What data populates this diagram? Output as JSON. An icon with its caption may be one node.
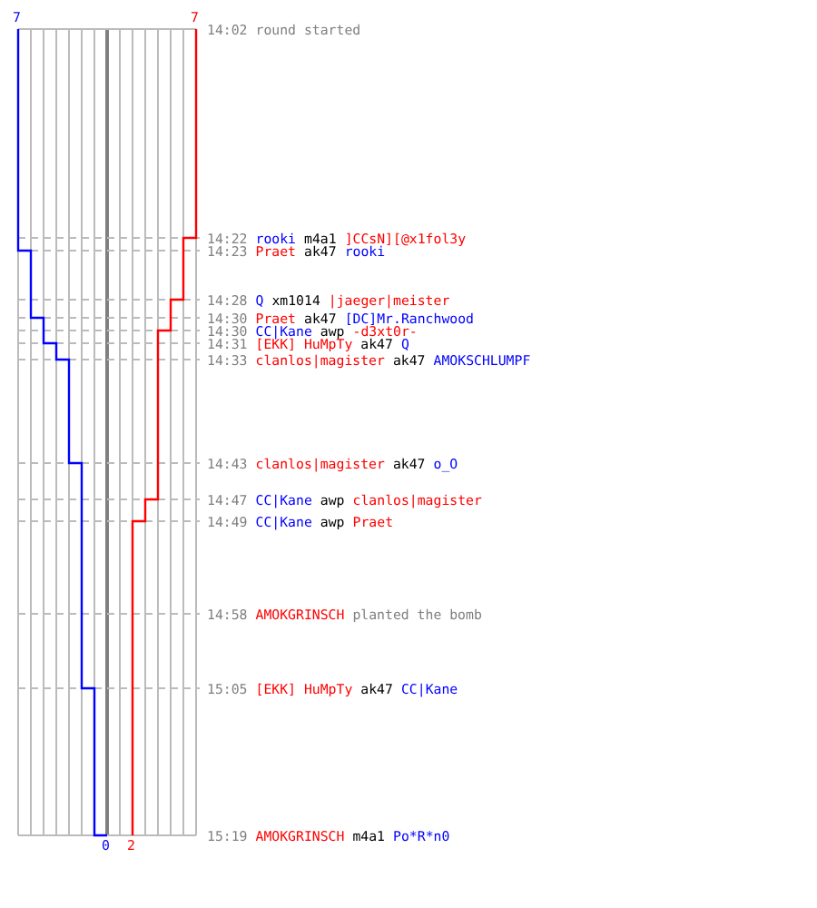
{
  "diagram": {
    "labels": [
      "7",
      "7",
      "14:02",
      "round started",
      "14:22",
      "rooki",
      "m4a1",
      "]CCsN][@x1fol3y",
      "14:23",
      "Praet",
      "ak47",
      "rooki",
      "14:28",
      "Q",
      "xm1014",
      "|jaeger|meister",
      "14:30",
      "Praet",
      "ak47",
      "[DC]Mr.Ranchwood",
      "14:30",
      "CC|Kane",
      "awp",
      "-d3xt0r-",
      "14:31",
      "[EKK] HuMpTy",
      "ak47",
      "Q",
      "14:33",
      "clanlos|magister",
      "ak47",
      "AMOKSCHLUMPF",
      "14:43",
      "clanlos|magister",
      "ak47",
      "o_O",
      "14:47",
      "CC|Kane",
      "awp",
      "clanlos|magister",
      "14:49",
      "CC|Kane",
      "awp",
      "Praet",
      "14:58",
      "AMOKGRINSCH",
      "planted the bomb",
      "15:05",
      "[EKK] HuMpTy",
      "ak47",
      "CC|Kane",
      "15:19",
      "AMOKGRINSCH",
      "m4a1",
      "Po*R*n0",
      "0",
      "2"
    ]
  }
}
